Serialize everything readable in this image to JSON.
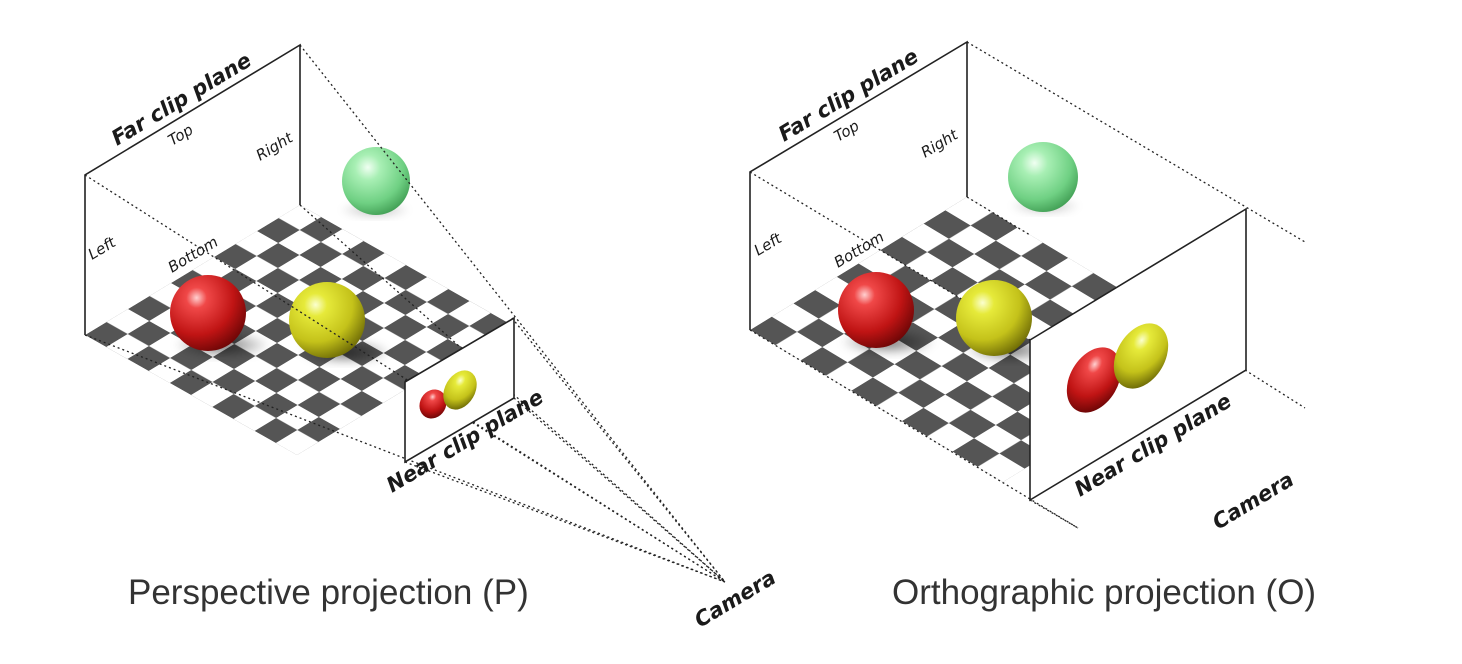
{
  "perspective": {
    "far_clip_label": "Far clip plane",
    "near_clip_label": "Near clip plane",
    "top_label": "Top",
    "right_label": "Right",
    "left_label": "Left",
    "bottom_label": "Bottom",
    "camera_label": "Camera",
    "caption": "Perspective projection (P)"
  },
  "orthographic": {
    "far_clip_label": "Far clip plane",
    "near_clip_label": "Near clip plane",
    "top_label": "Top",
    "right_label": "Right",
    "left_label": "Left",
    "bottom_label": "Bottom",
    "camera_label": "Camera",
    "caption": "Orthographic projection (O)"
  },
  "colors": {
    "red_sphere": "#cc1a1a",
    "yellow_sphere": "#d4d41a",
    "green_sphere": "#7fdc8f",
    "checker_dark": "#555555",
    "checker_light": "#ffffff"
  }
}
